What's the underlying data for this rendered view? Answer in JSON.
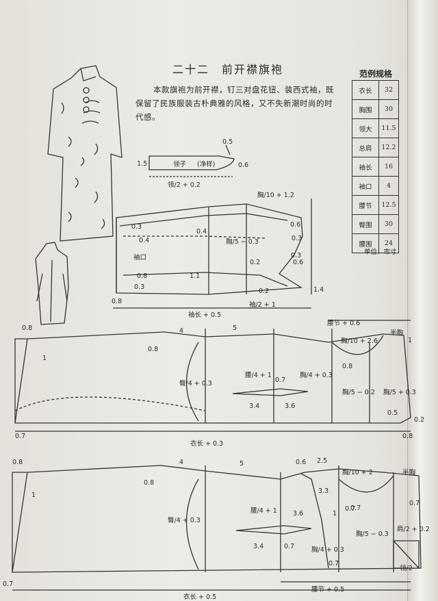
{
  "title": "二十二　前开襟旗袍",
  "description": "本款旗袍为前开襟，钉三对盘花钮、装西式袖，既保留了民族服装古朴典雅的风格，又不失新潮时尚的时代感。",
  "spec_table": {
    "title": "范例规格",
    "rows": [
      {
        "label": "衣长",
        "value": "32"
      },
      {
        "label": "胸围",
        "value": "30"
      },
      {
        "label": "领大",
        "value": "11.5"
      },
      {
        "label": "总肩",
        "value": "12.2"
      },
      {
        "label": "袖长",
        "value": "16"
      },
      {
        "label": "袖口",
        "value": "4"
      },
      {
        "label": "腰节",
        "value": "12.5"
      },
      {
        "label": "臀围",
        "value": "30"
      },
      {
        "label": "腰围",
        "value": "24"
      }
    ],
    "unit_note": "单位：市寸"
  },
  "collar": {
    "name_label": "领子",
    "net_label": "(净样)",
    "dims": {
      "height": "1.5",
      "tip": "0.5",
      "end": "0.6",
      "length": "领/2 + 0.2"
    }
  },
  "sleeve": {
    "labels": {
      "cuff": "袖口",
      "top_width": "胸/10 + 1.2",
      "chest": "胸/5 − 0.3",
      "bottom": "袖/2 + 1",
      "length": "袖长 + 0.5"
    },
    "numbers": [
      "0.3",
      "0.4",
      "0.4",
      "0.6",
      "0.3",
      "0.3",
      "0.2",
      "0.6",
      "0.8",
      "1.1",
      "0.3",
      "0.2",
      "1.4",
      "0.8"
    ]
  },
  "back_panel": {
    "labels": {
      "waist_top": "腰节 + 0.6",
      "shoulder": "胸/10 + 2.6",
      "hip": "臀/4 + 0.3",
      "waist": "腰/4 + 1",
      "chest": "胸/4 + 0.3",
      "armhole": "胸/5 − 0.2",
      "neck": "胸/5 + 0.3",
      "length": "衣长 + 0.3",
      "half_shoulder": "半胸"
    },
    "numbers": [
      "0.8",
      "1",
      "4",
      "0.8",
      "5",
      "0.7",
      "3.4",
      "3.6",
      "0.8",
      "0.5",
      "0.2",
      "0.7",
      "0.8",
      "1"
    ]
  },
  "front_panel": {
    "labels": {
      "shoulder": "胸/10 + 2",
      "half_shoulder": "半胸",
      "hip": "臀/4 + 0.3",
      "waist": "腰/4 + 1",
      "chest": "胸/4 + 0.3",
      "armhole": "胸/5 − 0.3",
      "neck": "肩/2 + 0.2",
      "collar_lower": "领/2",
      "waist_bottom": "腰节 + 0.5",
      "length": "衣长 + 0.5"
    },
    "numbers": [
      "0.8",
      "1",
      "0.8",
      "4",
      "5",
      "0.6",
      "2.5",
      "3.3",
      "1",
      "0.7",
      "3.6",
      "3.4",
      "0.7",
      "0.7",
      "0.7",
      "0.7",
      "0.7"
    ]
  }
}
